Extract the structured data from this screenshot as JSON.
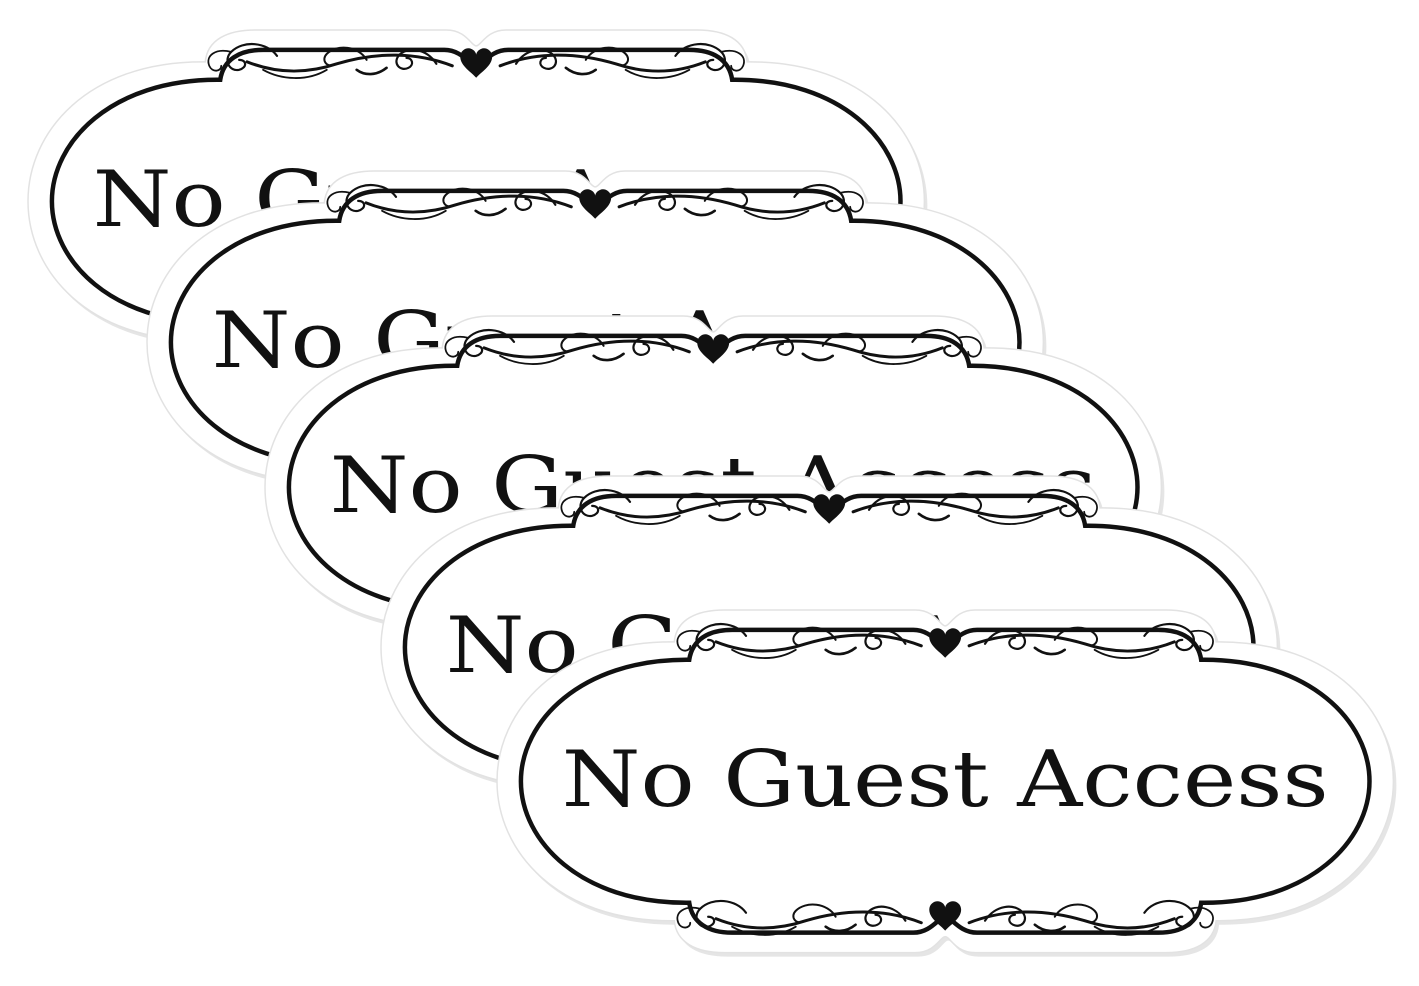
{
  "sign_text": "No Guest Access",
  "signs": [
    {
      "name": "sign-1"
    },
    {
      "name": "sign-2"
    },
    {
      "name": "sign-3"
    },
    {
      "name": "sign-4"
    },
    {
      "name": "sign-5"
    }
  ],
  "colors": {
    "background": "#ffffff",
    "sign_face": "#ffffff",
    "outline": "#111111",
    "text": "#111111",
    "shadow": "#cfcfcf"
  },
  "icons": {
    "heart": "heart-icon",
    "flourish": "flourish-icon"
  }
}
